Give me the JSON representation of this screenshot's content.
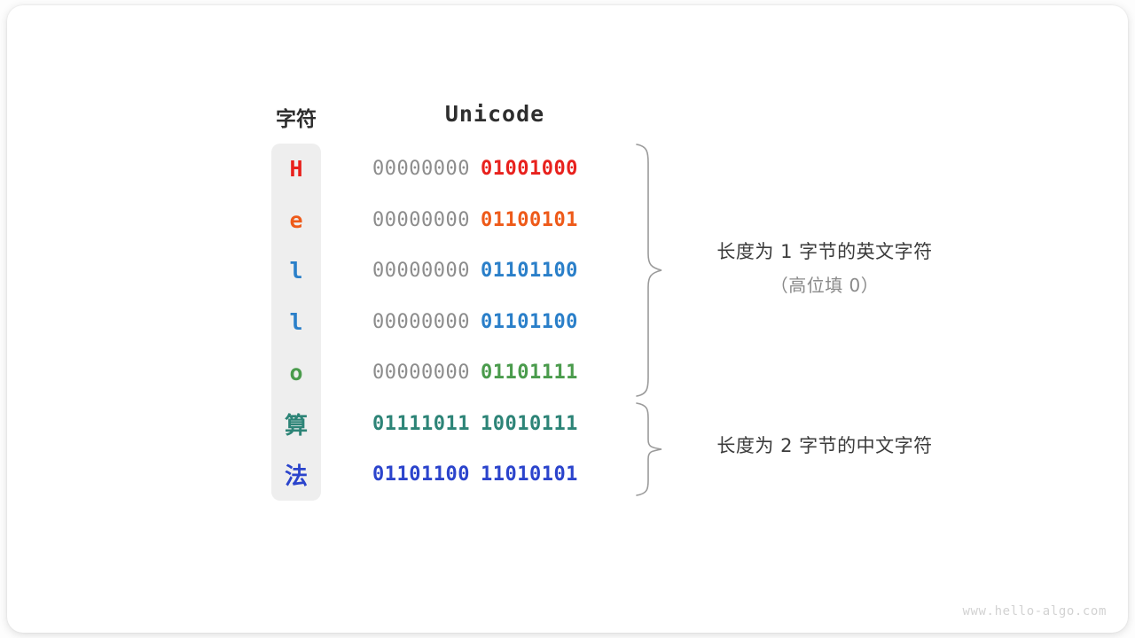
{
  "card": {
    "background": "#ffffff",
    "page_background": "#fdfdfd"
  },
  "headers": {
    "char_label": "字符",
    "unicode_label": "Unicode"
  },
  "char_column": {
    "background": "#eeeeee"
  },
  "rows": [
    {
      "char": "H",
      "char_class": "latin",
      "color": "#e8211d",
      "high_byte": "00000000",
      "low_byte": "01001000",
      "high_byte_filled": false
    },
    {
      "char": "e",
      "char_class": "latin",
      "color": "#ee5a19",
      "high_byte": "00000000",
      "low_byte": "01100101",
      "high_byte_filled": false
    },
    {
      "char": "l",
      "char_class": "latin",
      "color": "#2a7fc9",
      "high_byte": "00000000",
      "low_byte": "01101100",
      "high_byte_filled": false
    },
    {
      "char": "l",
      "char_class": "latin",
      "color": "#2a7fc9",
      "high_byte": "00000000",
      "low_byte": "01101100",
      "high_byte_filled": false
    },
    {
      "char": "o",
      "char_class": "latin",
      "color": "#4a9b4c",
      "high_byte": "00000000",
      "low_byte": "01101111",
      "high_byte_filled": false
    },
    {
      "char": "算",
      "char_class": "cjk",
      "color": "#2d8477",
      "high_byte": "01111011",
      "low_byte": "10010111",
      "high_byte_filled": true
    },
    {
      "char": "法",
      "char_class": "cjk",
      "color": "#2b44cc",
      "high_byte": "01101100",
      "low_byte": "11010101",
      "high_byte_filled": true
    }
  ],
  "annotations": [
    {
      "line1": "长度为 1 字节的英文字符",
      "line2": "（高位填 0）"
    },
    {
      "line1": "长度为 2 字节的中文字符",
      "line2": ""
    }
  ],
  "watermark": "www.hello-algo.com",
  "colors": {
    "brace": "#9a9a9a",
    "high_byte_gray": "#8c8c8c",
    "annotation_primary": "#3b3b3b",
    "annotation_secondary": "#8a8a8a",
    "watermark": "#d2d2d2"
  }
}
